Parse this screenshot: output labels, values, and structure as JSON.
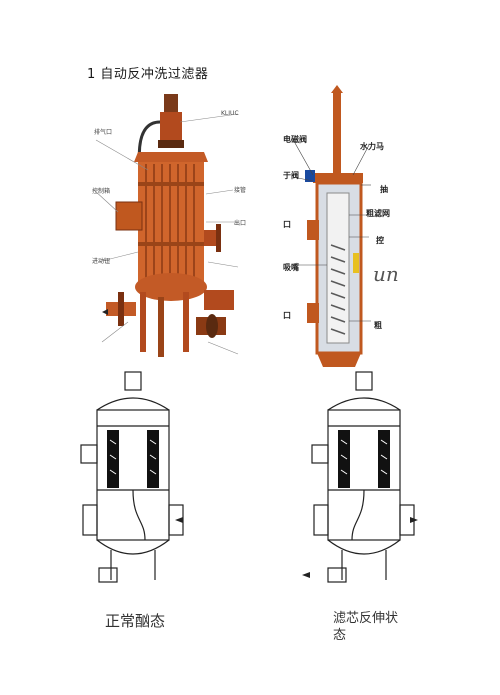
{
  "heading": "1 自动反冲洗过滤器",
  "fig1": {
    "labels": [
      "KLIUC",
      "排气口",
      "控制箱",
      "进动钮",
      "出口",
      "接管"
    ]
  },
  "fig2": {
    "labels": [
      "电磁阀",
      "水力马",
      "于阀",
      "抽",
      "口",
      "粗滤网",
      "控",
      "吸嘴",
      "口",
      "粗"
    ],
    "watermark": "un"
  },
  "captions": {
    "left": "正常酗态",
    "right": "滤芯反伸状态"
  }
}
